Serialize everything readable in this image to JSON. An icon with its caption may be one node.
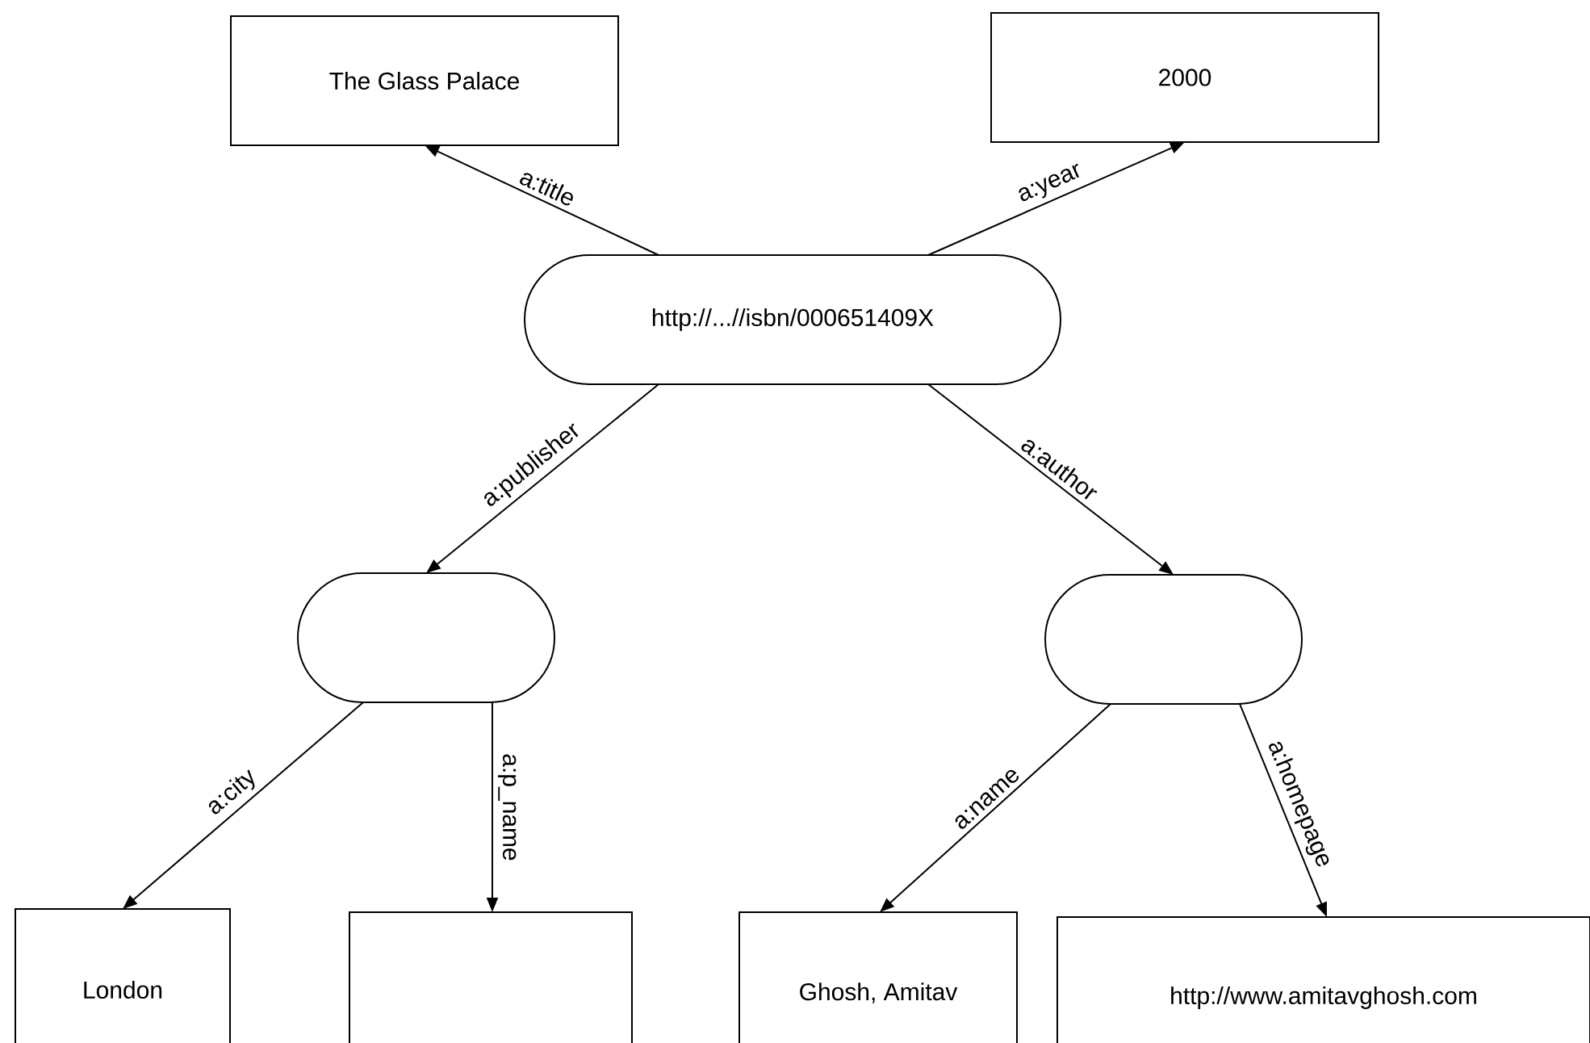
{
  "diagram": {
    "nodes": [
      {
        "text": [
          "The Glass Palace"
        ]
      },
      {
        "text": [
          "2000"
        ]
      },
      {
        "text": [
          "http://...//isbn/000651409X"
        ]
      },
      {
        "text": [],
        "shape": "oval"
      },
      {
        "text": [],
        "shape": "oval"
      },
      {
        "text": [
          "London"
        ]
      },
      {
        "text": [],
        "shape": "box"
      },
      {
        "text": [
          "Ghosh, Amitav"
        ]
      },
      {
        "text": [
          "http://www.amitavghosh.com"
        ]
      }
    ],
    "edges": [
      {
        "from": 2,
        "to": 0,
        "arrow": "to",
        "label": "a:title"
      },
      {
        "from": 2,
        "to": 1,
        "arrow": "to",
        "label": "a:year"
      },
      {
        "from": 2,
        "to": 3,
        "arrow": "to",
        "label": "a:publisher"
      },
      {
        "from": 2,
        "to": 4,
        "arrow": "to",
        "label": "a:author"
      },
      {
        "from": 3,
        "to": 5,
        "arrow": "to",
        "label": "a:city"
      },
      {
        "from": 3,
        "to": 6,
        "arrow": "to",
        "label": "a:p_name"
      },
      {
        "from": 4,
        "to": 7,
        "arrow": "to",
        "label": "a:name"
      },
      {
        "from": 4,
        "to": 8,
        "arrow": "to",
        "label": "a:homepage"
      }
    ]
  }
}
